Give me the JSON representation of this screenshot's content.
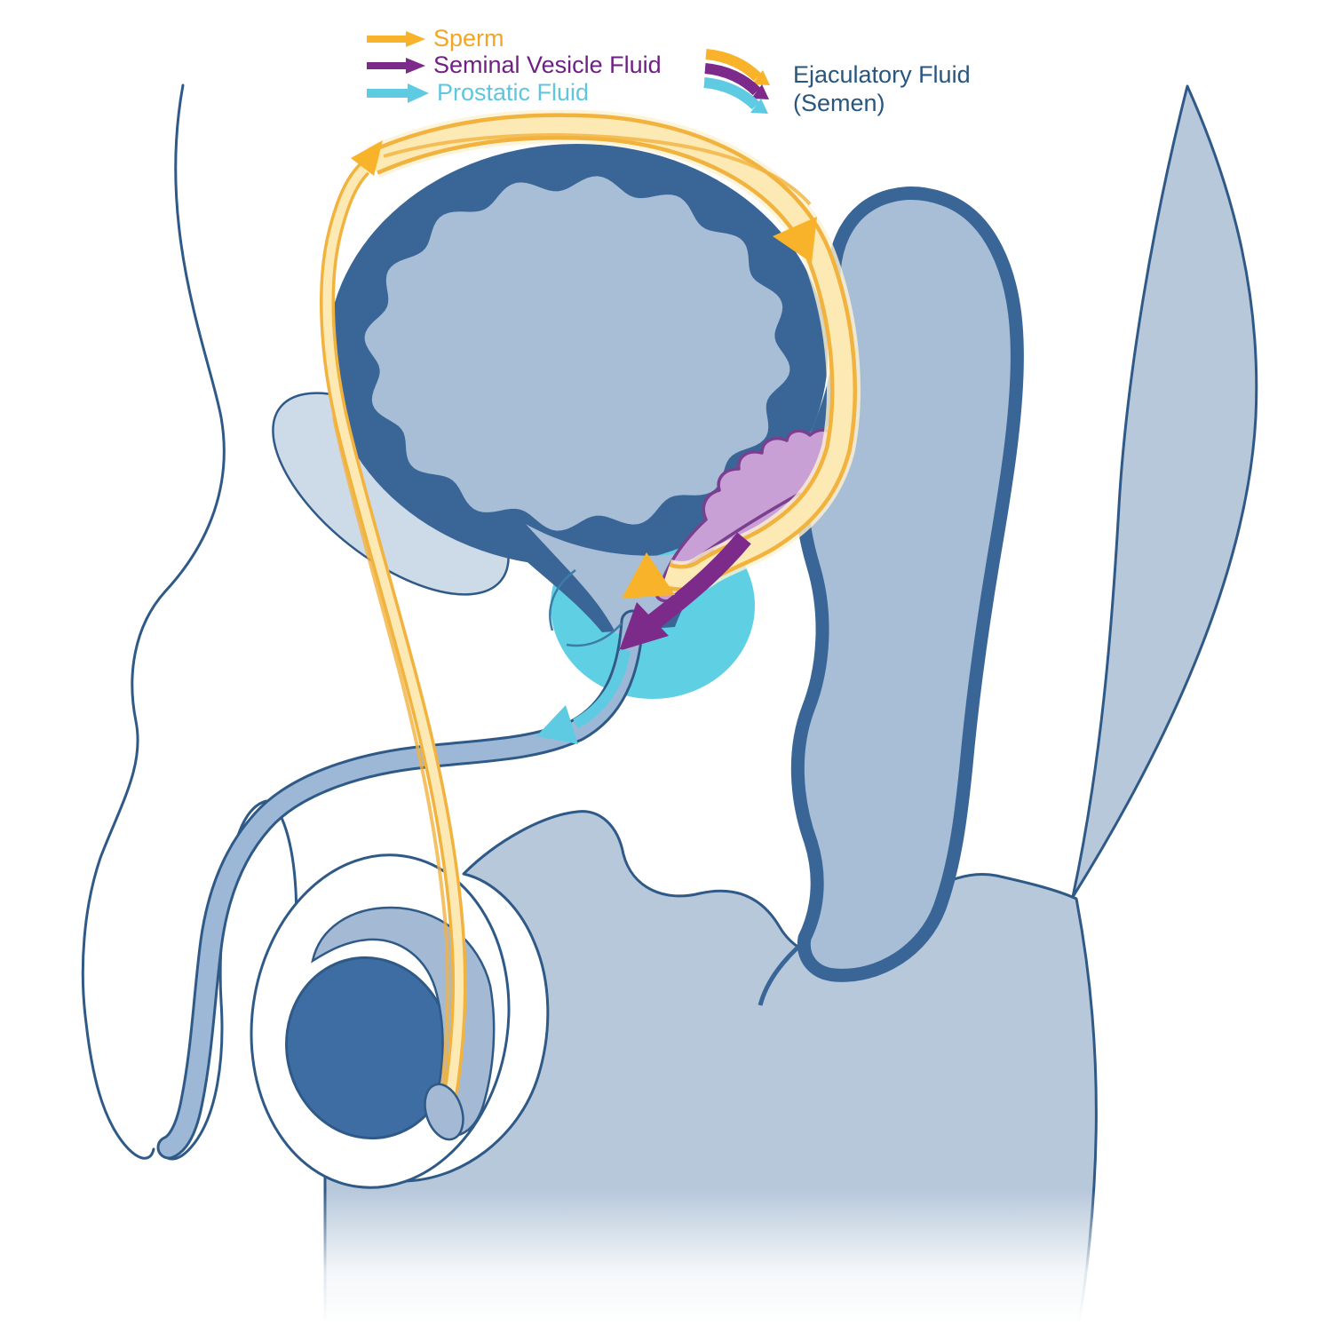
{
  "legend": {
    "items": [
      {
        "label": "Sperm"
      },
      {
        "label": "Seminal Vesicle Fluid"
      },
      {
        "label": "Prostatic Fluid"
      }
    ],
    "semen": {
      "line1": "Ejaculatory Fluid",
      "line2": "(Semen)"
    }
  },
  "colors": {
    "outline": "#2F5A87",
    "wall": "#3A6697",
    "organFill": "#A8BED7",
    "massFill": "#B7C8DB",
    "bonePale": "#CDDAE8",
    "prostate": "#5FD0E4",
    "vesicleFill": "#C9A0D6",
    "vesicleStroke": "#7B3F8F",
    "testis": "#3E6DA3",
    "epididymis": "#A4BAD4",
    "urethraFill": "#9DB8D6",
    "vasEdge": "#F2B23E",
    "vasCore": "#FDE9B4",
    "vasHalo": "#FDF2D2",
    "arrowYellow": "#F9B32A",
    "purple": "#7D2B8B",
    "cyanArrow": "#5FCBE2",
    "ductBlue": "#3E7CA8",
    "spermText": "#F2A623",
    "seminalText": "#6E2183",
    "prostaticText": "#5FC6DD",
    "semenText": "#27567F"
  }
}
